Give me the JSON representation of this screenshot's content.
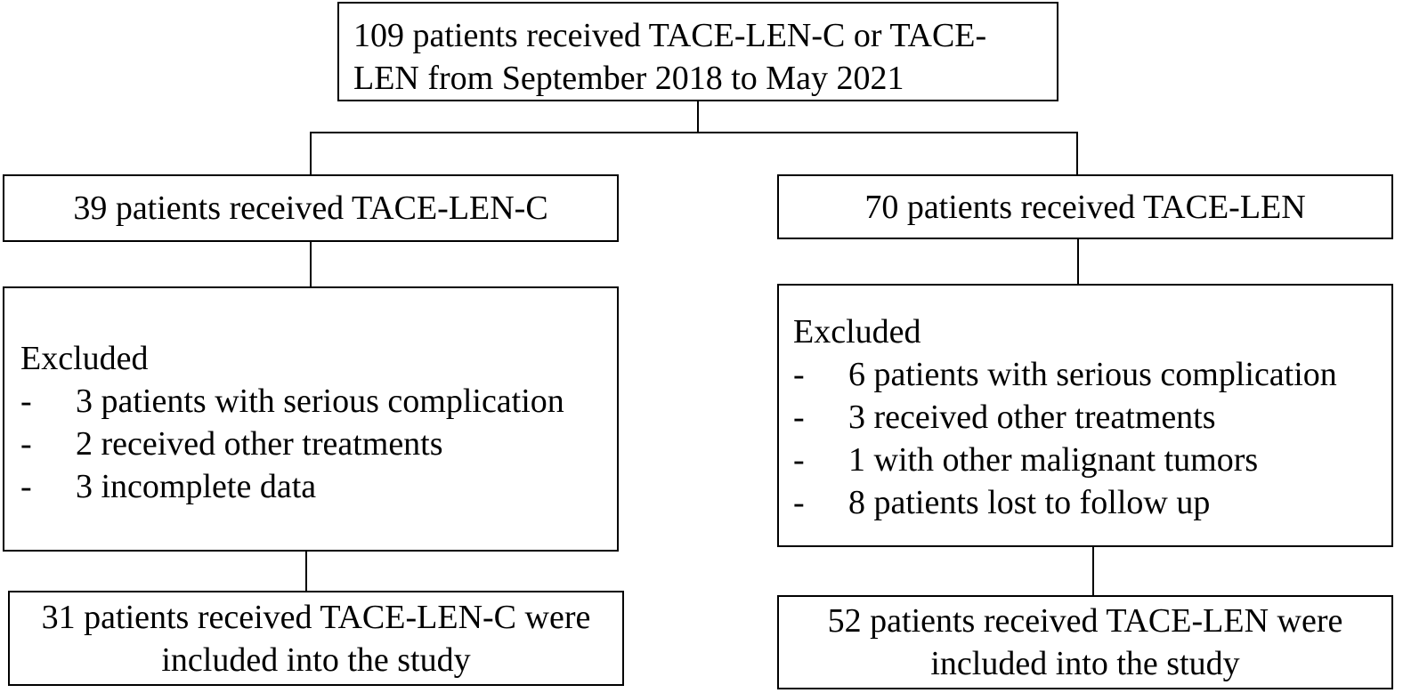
{
  "top": {
    "line1": "109 patients received TACE-LEN-C or TACE-",
    "line2": "LEN from September 2018 to May 2021"
  },
  "left": {
    "group": "39 patients received TACE-LEN-C",
    "excluded_title": "Excluded",
    "excluded": [
      "3 patients with serious complication",
      "2 received other treatments",
      "3 incomplete data"
    ],
    "result_line1": "31 patients received TACE-LEN-C were",
    "result_line2": "included into the study"
  },
  "right": {
    "group": "70 patients received TACE-LEN",
    "excluded_title": "Excluded",
    "excluded": [
      "6 patients with serious complication",
      "3 received other treatments",
      "1 with other malignant tumors",
      "8 patients lost to follow up"
    ],
    "result_line1": "52 patients received TACE-LEN were",
    "result_line2": "included into the study"
  },
  "bullet": "-"
}
